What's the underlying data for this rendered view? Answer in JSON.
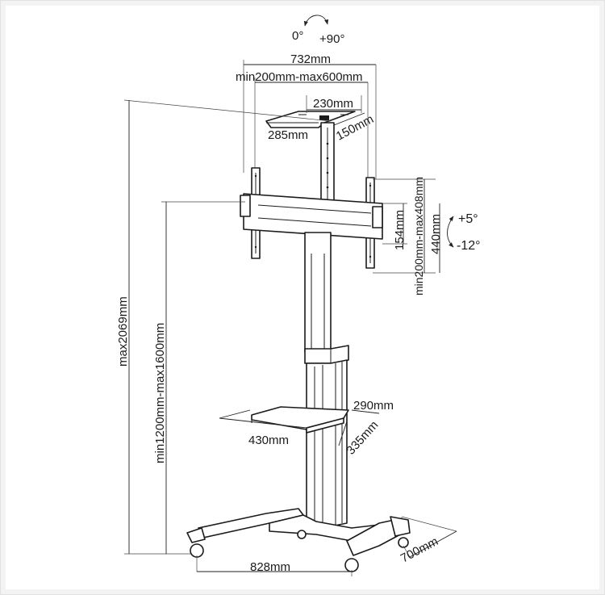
{
  "diagram": {
    "rotation": {
      "start": "0°",
      "end": "+90°"
    },
    "tilt": {
      "up": "+5°",
      "down": "-12°"
    },
    "dimensions": {
      "overall_width": "732mm",
      "vesa_width_range": "min200mm-max600mm",
      "top_plate_width": "230mm",
      "top_plate_depth_a": "285mm",
      "top_plate_depth_b": "150mm",
      "vesa_height_range": "min200mm-max408mm",
      "bracket_height": "154mm",
      "arm_height": "440mm",
      "max_height": "max2069mm",
      "height_range": "min1200mm-max1600mm",
      "shelf_depth": "290mm",
      "shelf_width": "430mm",
      "shelf_side": "335mm",
      "base_width": "828mm",
      "base_depth": "700mm"
    }
  }
}
